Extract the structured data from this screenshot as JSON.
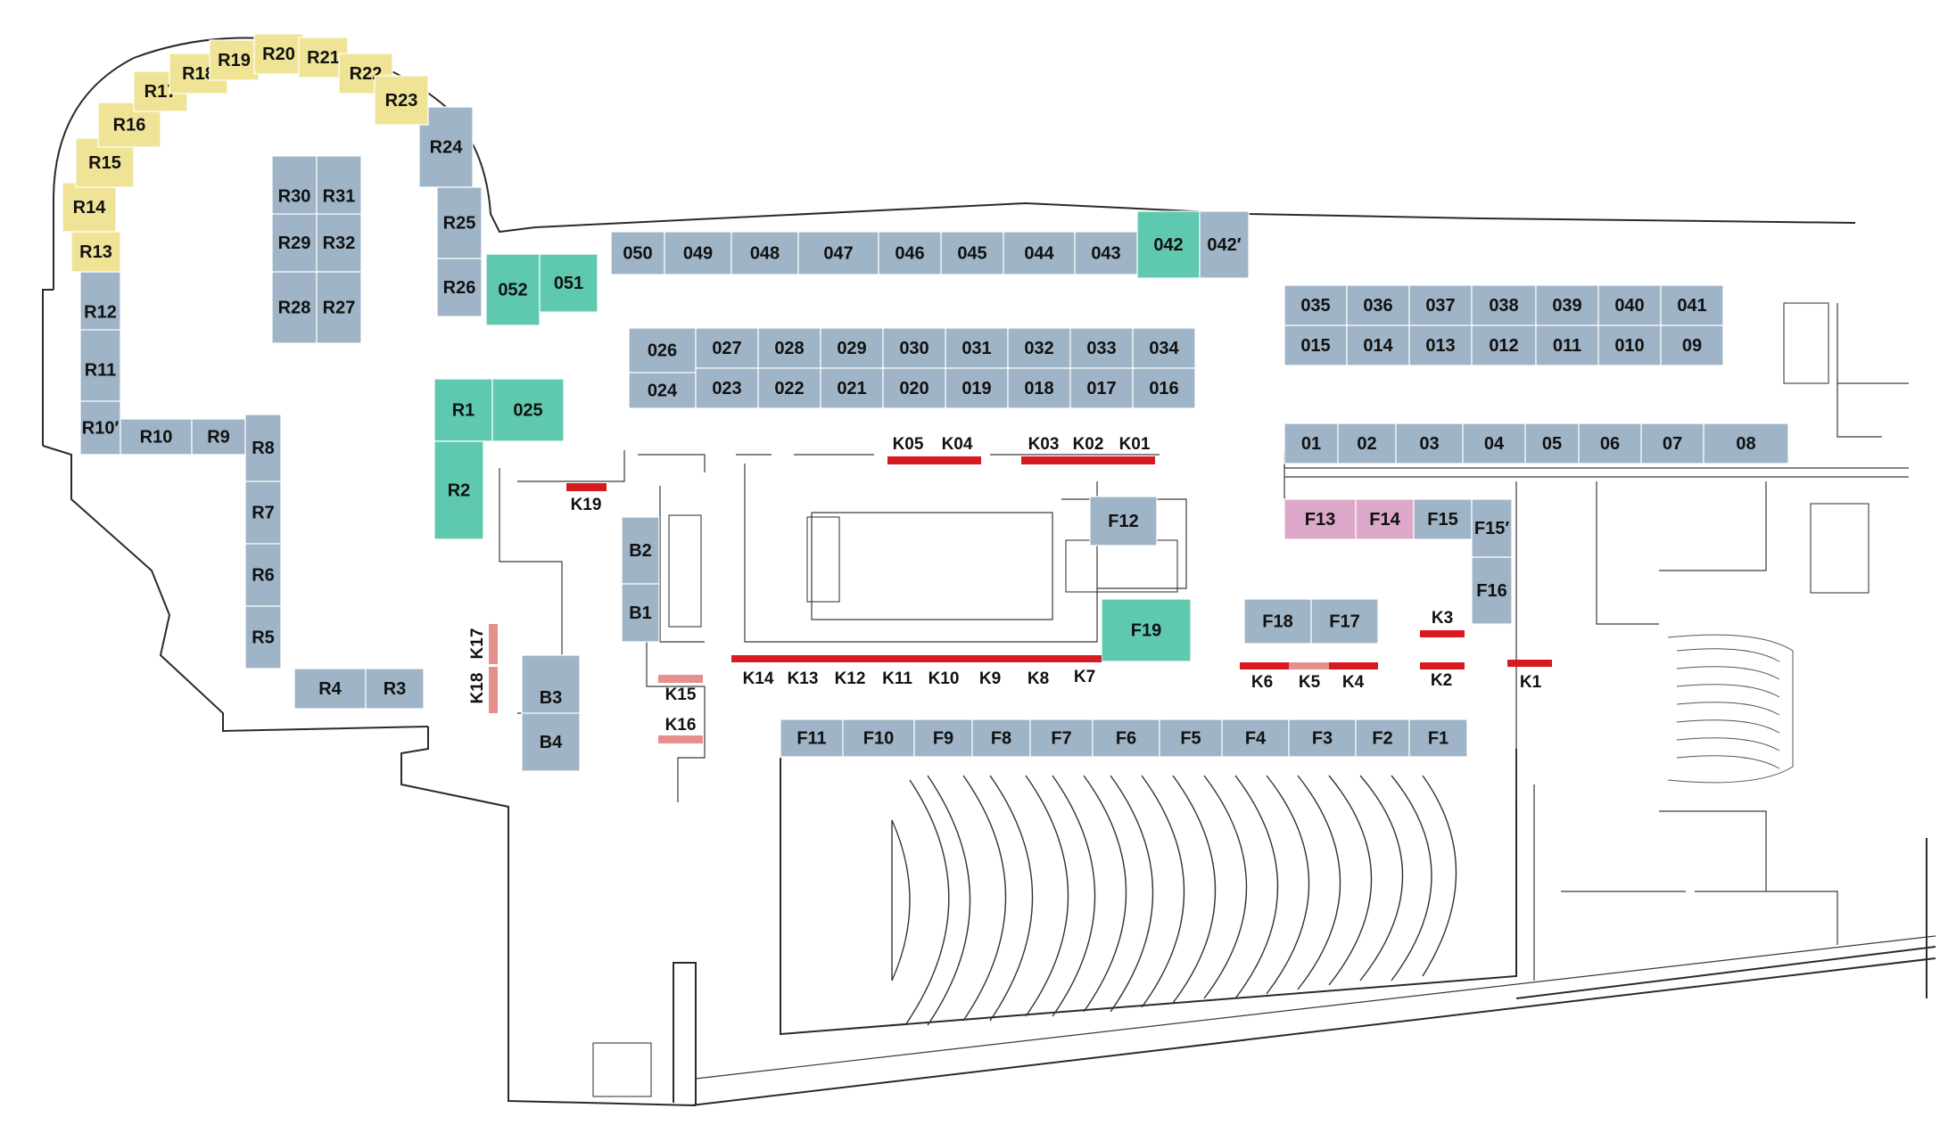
{
  "colors": {
    "blue": "#9fb4c6",
    "yellow": "#efe495",
    "teal": "#5fc9b0",
    "pink": "#dca7c8",
    "red": "#d71920",
    "salmon": "#e58f8f",
    "line": "#2a2a2a"
  },
  "booths": {
    "R": [
      "R1",
      "R2",
      "R3",
      "R4",
      "R5",
      "R6",
      "R7",
      "R8",
      "R9",
      "R10",
      "R10′",
      "R11",
      "R12",
      "R13",
      "R14",
      "R15",
      "R16",
      "R17",
      "R18",
      "R19",
      "R20",
      "R21",
      "R22",
      "R23",
      "R24",
      "R25",
      "R26",
      "R27",
      "R28",
      "R29",
      "R30",
      "R31",
      "R32"
    ],
    "O": [
      "01",
      "02",
      "03",
      "04",
      "05",
      "06",
      "07",
      "08",
      "09",
      "010",
      "011",
      "012",
      "013",
      "014",
      "015",
      "016",
      "017",
      "018",
      "019",
      "020",
      "021",
      "022",
      "023",
      "024",
      "025",
      "026",
      "027",
      "028",
      "029",
      "030",
      "031",
      "032",
      "033",
      "034",
      "035",
      "036",
      "037",
      "038",
      "039",
      "040",
      "041",
      "042",
      "042′",
      "043",
      "044",
      "045",
      "046",
      "047",
      "048",
      "049",
      "050",
      "051",
      "052"
    ],
    "F": [
      "F1",
      "F2",
      "F3",
      "F4",
      "F5",
      "F6",
      "F7",
      "F8",
      "F9",
      "F10",
      "F11",
      "F12",
      "F13",
      "F14",
      "F15",
      "F15′",
      "F16",
      "F17",
      "F18",
      "F19"
    ],
    "K": [
      "K01",
      "K02",
      "K03",
      "K04",
      "K05",
      "K1",
      "K2",
      "K3",
      "K4",
      "K5",
      "K6",
      "K7",
      "K8",
      "K9",
      "K10",
      "K11",
      "K12",
      "K13",
      "K14",
      "K15",
      "K16",
      "K17",
      "K18",
      "K19"
    ],
    "B": [
      "B1",
      "B2",
      "B3",
      "B4"
    ]
  }
}
